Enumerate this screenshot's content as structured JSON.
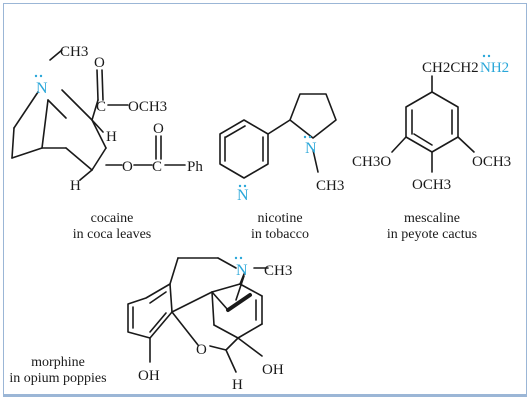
{
  "compounds": {
    "cocaine": {
      "name": "cocaine",
      "source": "in coca leaves",
      "atoms": {
        "ch3_top": "CH3",
        "n": "N",
        "o_carbonyl1": "O",
        "c1": "C",
        "och3": "OCH3",
        "h1": "H",
        "o_carbonyl2": "O",
        "o_ester": "O",
        "c2": "C",
        "ph": "Ph",
        "h2": "H"
      }
    },
    "nicotine": {
      "name": "nicotine",
      "source": "in tobacco",
      "atoms": {
        "n_ring": "N",
        "n_pyrr": "N",
        "ch3": "CH3"
      }
    },
    "mescaline": {
      "name": "mescaline",
      "source": "in peyote cactus",
      "atoms": {
        "chain": "CH2CH2",
        "nh2": "NH2",
        "och3_left": "CH3O",
        "och3_right": "OCH3",
        "och3_bottom": "OCH3"
      }
    },
    "morphine": {
      "name": "morphine",
      "source": "in opium poppies",
      "atoms": {
        "n": "N",
        "ch3": "CH3",
        "o_bridge": "O",
        "oh_left": "OH",
        "oh_right": "OH",
        "h": "H"
      }
    }
  },
  "colors": {
    "nitrogen": "#2aa7d9",
    "frame": "#9bb6d6",
    "text": "#1a1a1a"
  }
}
